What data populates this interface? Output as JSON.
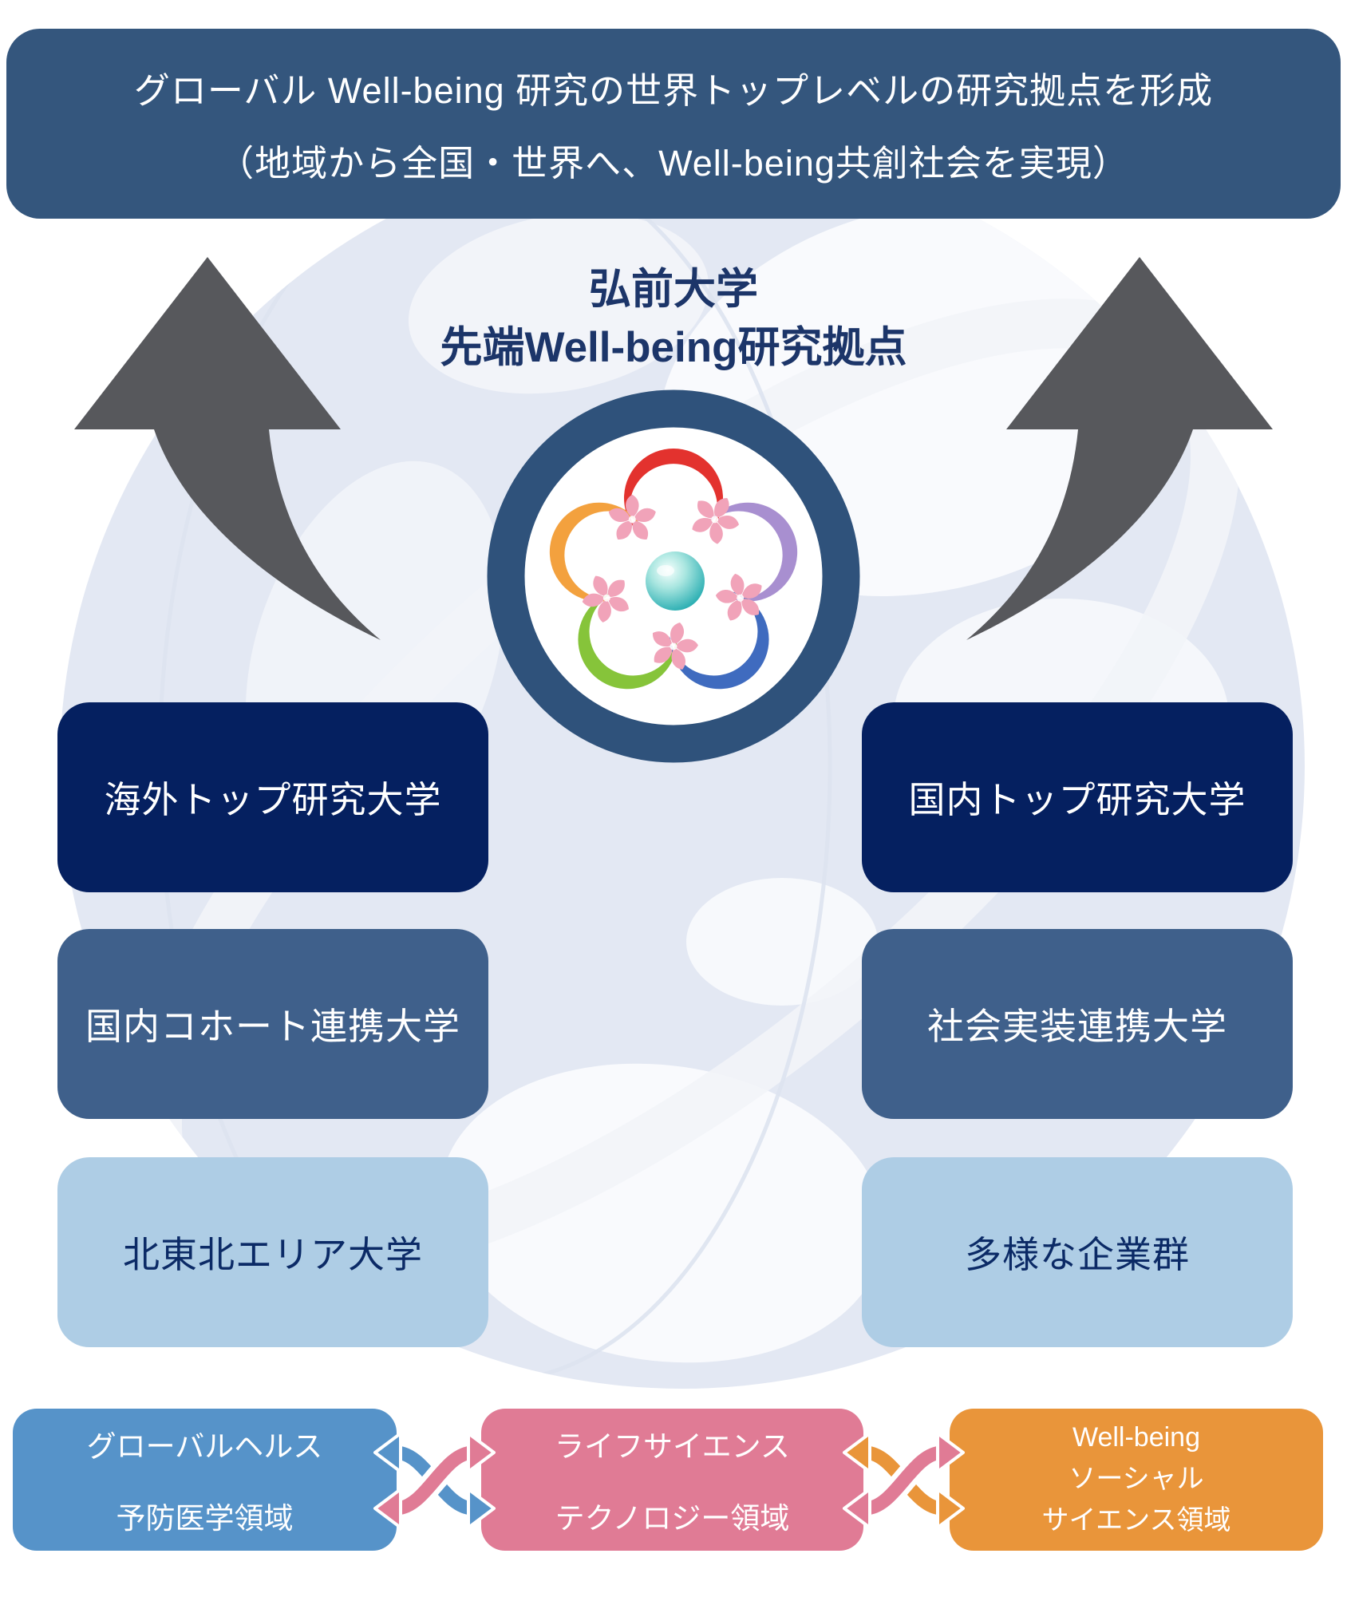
{
  "banner": {
    "line1": "グローバル Well-being 研究の世界トップレベルの研究拠点を形成",
    "line2": "（地域から全国・世界へ、Well-being共創社会を実現）"
  },
  "center_title": {
    "line1": "弘前大学",
    "line2": "先端Well-being研究拠点"
  },
  "partner_boxes": {
    "left": [
      {
        "label": "海外トップ研究大学",
        "tone": "navy"
      },
      {
        "label": "国内コホート連携大学",
        "tone": "slate"
      },
      {
        "label": "北東北エリア大学",
        "tone": "light"
      }
    ],
    "right": [
      {
        "label": "国内トップ研究大学",
        "tone": "navy"
      },
      {
        "label": "社会実装連携大学",
        "tone": "slate"
      },
      {
        "label": "多様な企業群",
        "tone": "light"
      }
    ]
  },
  "research_domains": [
    {
      "lines": [
        "グローバルヘルス",
        "予防医学領域"
      ],
      "color": "#5693c9"
    },
    {
      "lines": [
        "ライフサイエンス",
        "テクノロジー領域"
      ],
      "color": "#e07b95"
    },
    {
      "lines": [
        "Well-being",
        "ソーシャル",
        "サイエンス領域"
      ],
      "color": "#e9953a"
    }
  ],
  "colors": {
    "banner_bg": "#34567d",
    "navy_box": "#052060",
    "slate_box": "#3f608b",
    "light_box": "#aecde5",
    "light_box_text": "#0b2a66",
    "title_text": "#1c3569",
    "arrow_gray": "#57585c",
    "logo_ring": "#2f527b",
    "logo_red": "#e3322e",
    "logo_purple": "#a88fd0",
    "logo_blue": "#3f6bbf",
    "logo_green": "#86c43a",
    "logo_orange": "#f3a13e",
    "logo_sakura": "#f1a3b9",
    "globe_sea": "#e3e8f3"
  },
  "icons": {
    "logo": "hirosaki-wellbeing-flower-logo",
    "left_arrow": "curved-up-arrow",
    "right_arrow": "curved-up-arrow",
    "exchange_arrows": "crossed-double-headed-arrows"
  }
}
